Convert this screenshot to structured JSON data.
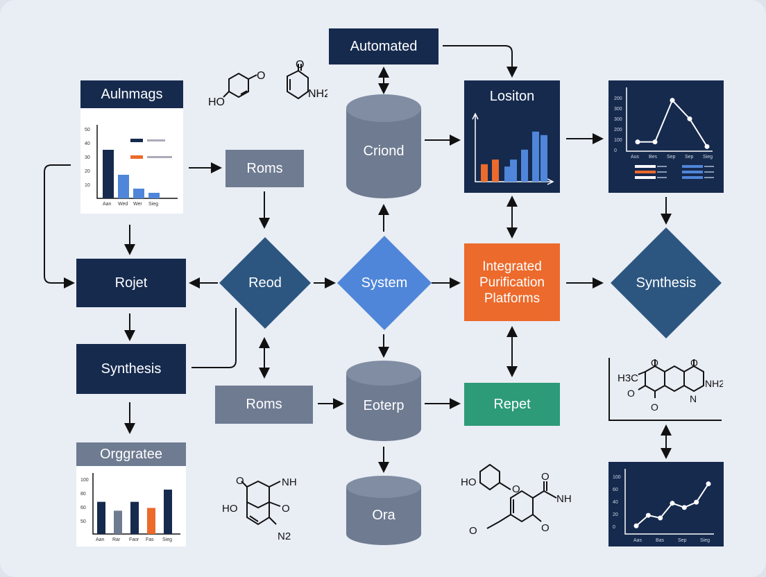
{
  "nodes": {
    "automated": "Automated",
    "aulnmags": "Aulnmags",
    "roms_top": "Roms",
    "criond": "Criond",
    "lositon": "Lositon",
    "rojet": "Rojet",
    "reod": "Reod",
    "system": "System",
    "integrated": "Integrated Purification Platforms",
    "synthesis_right": "Synthesis",
    "synthesis_left": "Synthesis",
    "roms_bottom": "Roms",
    "eoterp": "Eoterp",
    "repet": "Repet",
    "orggratee": "Orggratee",
    "ora": "Ora"
  },
  "molecules": {
    "top_left_a": [
      "HO",
      "O"
    ],
    "top_left_b": [
      "O",
      "NH2"
    ],
    "right_mid": [
      "H3C",
      "O",
      "O",
      "O",
      "O",
      "NH2",
      "N"
    ],
    "bottom_left": [
      "O",
      "NH",
      "HO",
      "O",
      "N2"
    ],
    "bottom_mid": [
      "HO",
      "O",
      "O",
      "NH",
      "O",
      "O"
    ]
  },
  "colors": {
    "navy": "#162a4e",
    "slate": "#6e7b91",
    "blue": "#4f86d9",
    "orange": "#ec6a2b",
    "green": "#2d9a78",
    "steel": "#2c5680"
  },
  "chart_data": [
    {
      "type": "bar",
      "categories": [
        "Aan",
        "Wed",
        "Wer",
        "Sieg"
      ],
      "values": [
        35,
        17,
        7,
        4
      ],
      "yticks": [
        "10",
        "20",
        "30",
        "40",
        "50"
      ],
      "legend": [
        "",
        ""
      ]
    },
    {
      "type": "bar",
      "categories": [
        "",
        "",
        "",
        "",
        "",
        "",
        ""
      ],
      "values": [
        30,
        38,
        26,
        38,
        55,
        86,
        80
      ]
    },
    {
      "type": "line",
      "categories": [
        "Aus",
        "Bes",
        "Sep",
        "Sep",
        "Sieg"
      ],
      "values": [
        10,
        10,
        55,
        35,
        5
      ],
      "yticks": [
        "200",
        "300",
        "300",
        "200",
        "100",
        "0"
      ]
    },
    {
      "type": "bar",
      "categories": [
        "Aan",
        "Rar",
        "Faor",
        "Fas",
        "Sieg"
      ],
      "values": [
        58,
        42,
        58,
        47,
        80
      ],
      "yticks": [
        "100",
        "80",
        "60",
        "50"
      ]
    },
    {
      "type": "line",
      "categories": [
        "Aas",
        "Bas",
        "Sep",
        "Sieg"
      ],
      "values": [
        5,
        25,
        20,
        48,
        40,
        50,
        85
      ],
      "yticks": [
        "100",
        "60",
        "40",
        "20",
        "0"
      ]
    }
  ]
}
